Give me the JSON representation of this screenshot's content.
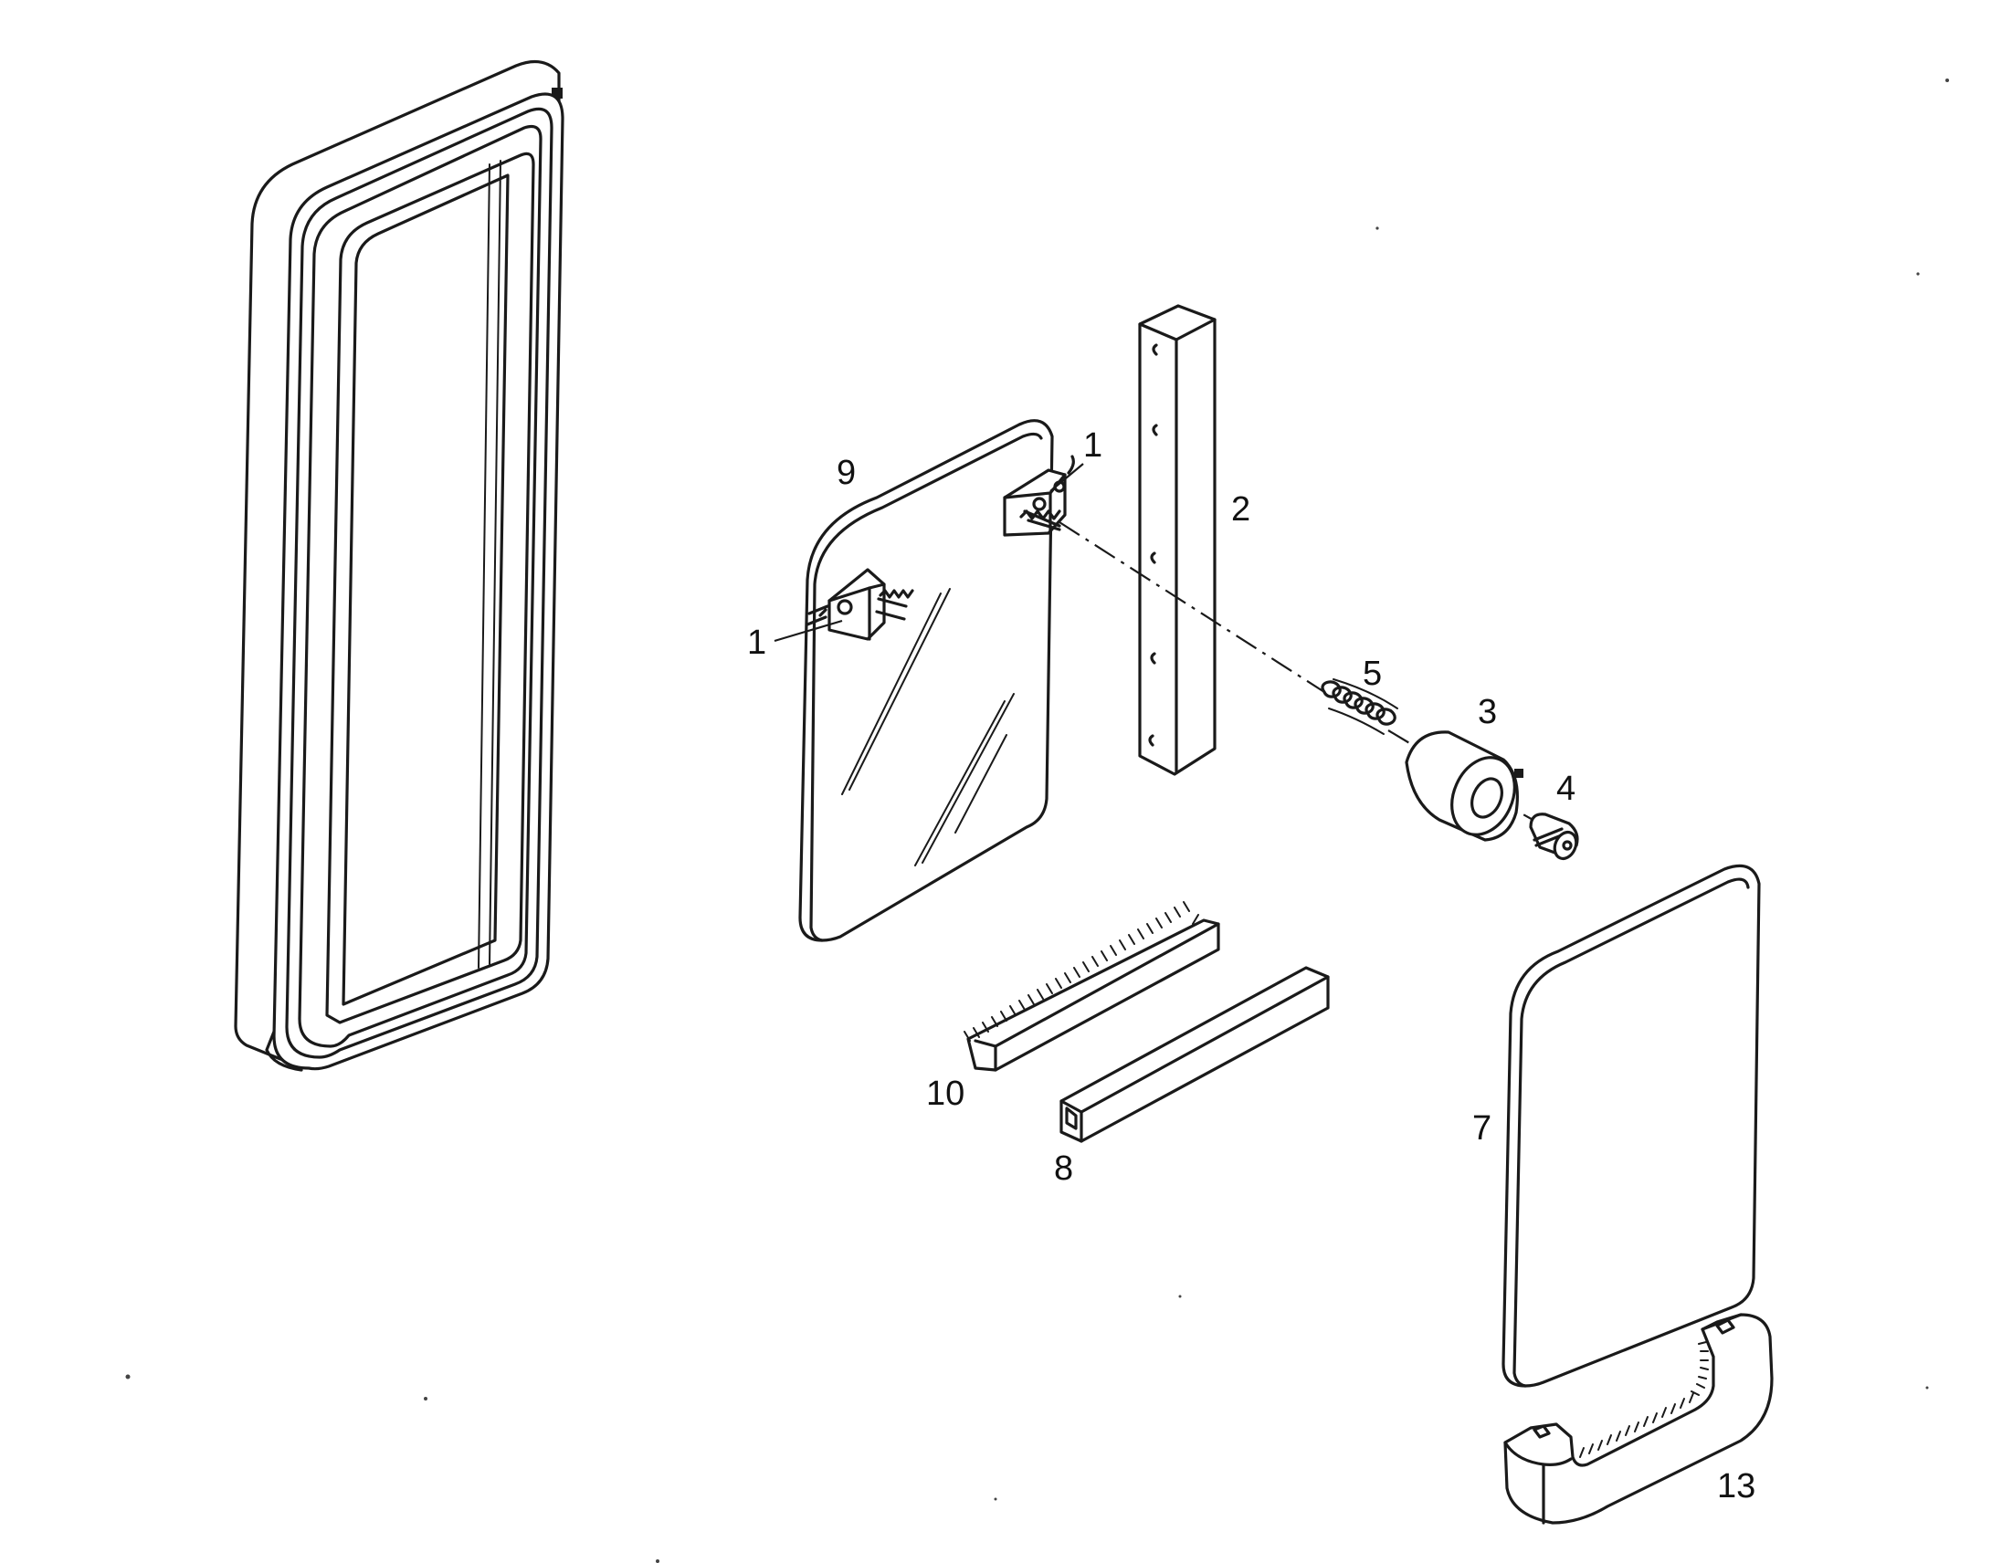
{
  "callouts": {
    "p1a": "1",
    "p1b": "1",
    "p2": "2",
    "p3": "3",
    "p4": "4",
    "p5": "5",
    "p7": "7",
    "p8": "8",
    "p9": "9",
    "p10": "10",
    "p13": "13"
  },
  "colors": {
    "line": "#1a1a1a",
    "background": "#ffffff"
  }
}
